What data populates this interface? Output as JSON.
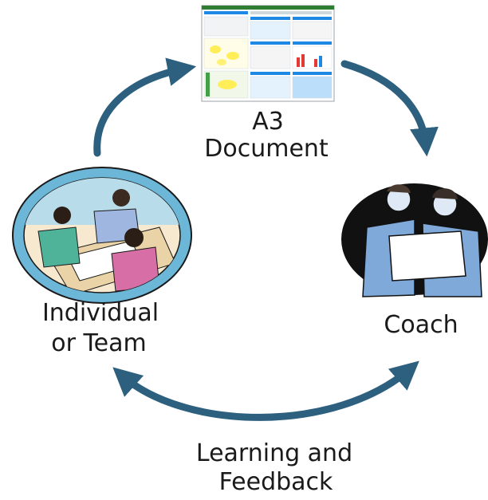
{
  "nodes": {
    "document": {
      "line1": "A3",
      "line2": "Document"
    },
    "team": {
      "line1": "Individual",
      "line2": "or Team"
    },
    "coach": {
      "label": "Coach"
    }
  },
  "cycle_label": {
    "line1": "Learning and",
    "line2": "Feedback"
  },
  "colors": {
    "arrow": "#2d5f7e",
    "text": "#1a1a1a",
    "doc_header": "#2e7d32",
    "doc_table_header": "#1e88e5",
    "oval_ring": "#6cb6d8",
    "coach_fill": "#7fa9d9"
  },
  "icons": [
    "a3-document-thumbnail",
    "team-meeting-illustration",
    "coach-pair-illustration"
  ]
}
